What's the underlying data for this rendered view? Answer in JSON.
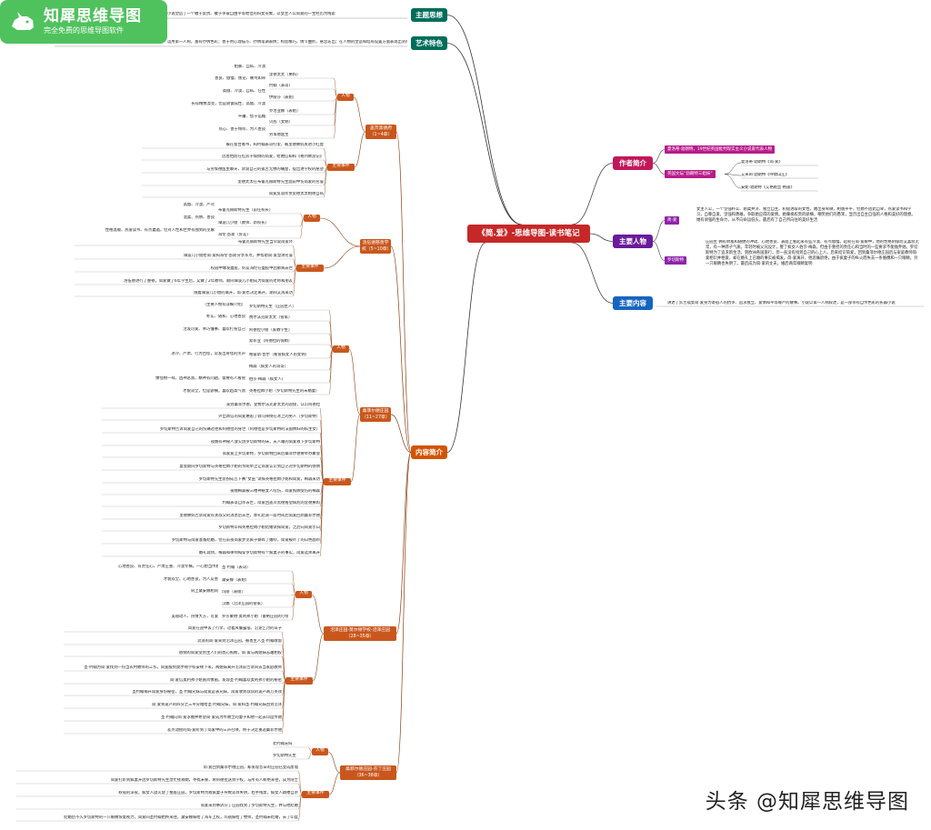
{
  "logo": {
    "title": "知犀思维导图",
    "subtitle": "完全免费的思维导图软件"
  },
  "watermark": "头条 @知犀思维导图",
  "root": "《简.爱》-思维导图-读书笔记",
  "top_left": [
    {
      "title": "主题思想",
      "text": "小说塑造了一个敢于反抗、敢于争取自由平等地位的妇女形象，以女主人公简爱的一生经历为线索"
    },
    {
      "title": "艺术特色",
      "text": "运用第一人称，富有抒情色彩；善于用心理描写、抒情笔调表情；构思精巧，情节曲折，悬念迭出；在人物的塑造和结局设置方面表现出浓厚的浪漫主义色彩"
    }
  ],
  "author": {
    "title": "作者简介",
    "items": [
      {
        "label": "夏洛蒂·勃朗特，19世纪英国批判现实主义小说家代表人物"
      },
      {
        "label": "英国文坛“勃朗特三姐妹”",
        "children": [
          "夏洛蒂·勃朗特《简·爱》",
          "艾米莉·勃朗特《呼啸山庄》",
          "安妮·勃朗特《艾格妮丝·格雷》"
        ]
      }
    ]
  },
  "characters": {
    "title": "主要人物",
    "items": [
      {
        "label": "简·爱",
        "text": "女主人公，一个坚强朴实、刚柔并济、独立自主、积极进取的女性。她出身卑微，相貌平平，但她不因此自卑，热爱读书和学习，自尊自爱，坚强和勇敢，争取她应得的爱情。她蔑视权贵的骄横，嘲笑他们的愚笨，显示出自主自强的人格和美好的理想。她有顽强的生命力，从不向命运低头，最后有了自己所向往的美好生活"
      },
      {
        "label": "罗切斯特",
        "text": "庄园主 拥有财富和随便的冲动、心地善良、表面上看起来有些冷漠、有点傲慢。起初在简·爱眼中，他的性格阴郁而又喜怒无常，有一种莽子气质。年轻时被父兄设计，娶了疯女人伯莎·梅森，但由于重担的责任心和当时的一些要求不能抛弃她。罗切斯特为了追求新生活，到欧洲各国旅行，但一直没有找到自己的心上人。后来结识简爱，回到桑菲尔德庄园后与家庭教师简·爱相识并相爱，却在婚礼上已婚的事实被揭发。简·爱离开，他悲痛欲绝，由于疯妻子的纵火而失去一条胳膊和一只眼睛，另一只眼睛也失明了。最后成为简·爱的丈夫，婚后两年眼睛复明"
      }
    ]
  },
  "content": {
    "title": "主要内容",
    "text": "讲述了贫苦孤女简·爱身为寄宿人的抗争、追求独立、爱情和平等尊严的故事。小说以第一人称叙述，是一部带有自传色彩的长篇小说"
  },
  "plot": {
    "title": "内容简介",
    "stages": [
      {
        "title": "盖茨黑德府（1~4章）",
        "people": {
          "label": "人物",
          "items": [
            {
              "desc": "粗暴、自私、冷漠",
              "name": "里德太太（舅妈）"
            },
            {
              "desc": "善良、傲慢、叛逆、嘲骂如命",
              "name": "约翰（表哥）"
            },
            {
              "desc": "高傲、冷漠、自私、任性",
              "name": "伊丽莎（表姐）"
            },
            {
              "desc": "长得精致漂亮，但是骄傲成性、高傲、冷漠",
              "name": "乔治亚娜（表姐）"
            },
            {
              "desc": "平庸、惯于谄媚",
              "name": "贝茜（女佣）"
            },
            {
              "desc": "热心、善于倾听、为人善良",
              "name": "劳埃德医生"
            }
          ]
        },
        "events": {
          "label": "主要事件",
          "items": [
            "躲在窗台看书，和约翰表哥打架，被里德舅妈关进小红屋",
            "因害怕而在红房子病倒的简爱，给她信却和《格列佛游记》",
            "与劳埃德医生聊天，诉说自己的孤苦无依的痛楚，提出进学校的愿望",
            "里德太太在布鲁克赫斯特先生面前中伤简爱的名誉",
            "简爱反驳斥责里德太太相继自私"
          ]
        }
      },
      {
        "title": "洛伍德慈善学校（5~10章）",
        "people": {
          "label": "人物",
          "items": [
            {
              "desc": "高傲、冷漠、严苛",
              "name": "布鲁克赫斯特先生（前任校长）"
            },
            {
              "desc": "温柔、热情、善良",
              "name": "谭波儿小姐（教师、新校长）"
            },
            {
              "desc": "性格温顺、热爱读书、有点邋遢，但对人性和世界有独到的见解",
              "name": "海伦·彭斯（好友）"
            }
          ]
        },
        "events": {
          "label": "主要事件",
          "items": [
            "布鲁克赫斯特先生当众说简爱坏",
            "谭波儿小姐给简·爱和海伦·彭斯分享茶点，并帮助简·爱澄清名誉",
            "校园中爆发瘟疫，好友海伦在瘟疫中因肺病去世",
            "洛伍德进行了整顿，简爱做了6年学生后，又做了2年教师，期间谭波儿小姐成为简爱的老师和朋友",
            "随着谭波儿小姐的离开，简·爱也决定离开，期间又再来访"
          ]
        }
      },
      {
        "title": "桑菲尔德庄园（11~27章）",
        "people": {
          "label": "人物",
          "items": [
            {
              "desc": "（主要人物有详细介绍）",
              "name": "罗切斯特先生（庄园主人）"
            },
            {
              "desc": "朴实、随和、心地善良",
              "name": "费尔法克斯太太（管家）"
            },
            {
              "desc": "活泼可爱、乖巧懂事、喜欢打扮自己",
              "name": "阿德拉小姐（家教学生）"
            },
            {
              "desc": "",
              "name": "索菲亚（阿德拉的保姆）"
            },
            {
              "desc": "冰冷、严肃、行为古怪，常发出奇怪的笑声",
              "name": "格雷斯·普尔（看管疯女人的女佣）"
            },
            {
              "desc": "",
              "name": "梅森（疯女人的哥哥）"
            },
            {
              "desc": "像怪物一样，凶神恶煞，精神有问题，需要有人看管",
              "name": "伯莎·梅森（疯女人）"
            },
            {
              "desc": "才貌双全，但是骄横，喜欢趋高气昂",
              "name": "英格拉姆小姐（罗切斯特先生的未婚妻）"
            }
          ]
        },
        "events": {
          "label": "主要事件",
          "items": [
            "来到桑菲尔德，受费尔法克斯太太的迎接，认识阿德拉",
            "外出寄信的简爱邂逅了骑马摔倒在冰上的男人（罗切斯特）",
            "罗切斯特告诉简爱自己的伤痛过往和阿德拉的身世（阿德拉是罗切斯特的法国情妇的私生女）",
            "夜晚有神秘人放火烧罗切斯特的床，夫人睡的简爱救下罗切斯特",
            "简爱爱上罗切斯特，罗切斯特回来后桑菲尔德要举办聚会",
            "宴会期间罗切斯特与英格拉姆小姐的亲昵举止让简爱认识到自己对罗切斯特的感情",
            "罗切斯特先生装扮成吉卜赛“女巫”试探英格拉姆小姐和简爱，梅森来访",
            "夜晚梅森被三楼神秘女人咬伤，简爱照顾受伤的梅森",
            "约翰表哥自杀去世，简爱回盖茨黑德看望病危的里德舅妈",
            "里德舅妈告诉简爱有关叔父的消息后去世，葬礼结束一段时间后简爱回到桑菲尔德",
            "罗切斯特以和英格拉姆小姐结婚试探简爱，之后向简爱示白",
            "罗切斯特与简爱准备结婚，但在前夜简爱梦见疯子撕碎了婚纱，简爱被吓了的白色面纱",
            "婚礼现场，梅森和律师揭穿罗切斯特有个疯妻子的事实，简爱选择离开"
          ]
        }
      },
      {
        "title": "沼泽庄园-莫尔顿学校-沼泽庄园（28~35章）",
        "people": {
          "label": "人物",
          "items": [
            {
              "desc": "心地善良、有责任心、严肃庄重、冷漠专横，一心想当传教士",
              "name": "圣·约翰（表哥）"
            },
            {
              "desc": "才貌双全、心地善良，为人友善",
              "name": "黛安娜（表姐）"
            },
            {
              "desc": "同上黛安娜相同",
              "name": "玛丽（表姐）"
            },
            {
              "desc": "",
              "name": "汉娜（沼泽庄园的管家）"
            },
            {
              "desc": "美丽动人、热情大方，可爱",
              "name": "罗莎蒙德·奥利弗小姐（富裕庄园的小姐）"
            }
          ]
        },
        "events": {
          "label": "主要事件",
          "items": [
            "简爱在途中丢了行李，过着风餐露宿、沿途乞讨的日子",
            "流浪的简·爱来到沼泽庄园，被善主人圣·约翰收留",
            "昏倒的简爱受到主人们的悉心照顾，简·爱与两姐妹志趣相投",
            "圣·约翰为简·爱找到一份当农村教师的工作，简爱服到莫尔顿学校安顿下来，两姐妹离开沼泽前告诉同去当家庭教师",
            "简·爱信奥利弗小姐画肖像画，发现圣·约翰喜欢奥利弗小姐的秘密",
            "圣约翰揭开简爱身份秘密，圣·约翰兄妹与简爱是表兄妹，简爱收到叔叔的遗产两万英镑",
            "简·爱将遗产的四分之三平分赠给圣·约翰兄妹，简·爱和圣·约翰兄妹回到沼泽",
            "圣·约翰向简·爱求婚并希望简·爱成为传教士的妻子和他一起去印度传教",
            "差点动摇的简·爱听到了简爱中的三声召唤，终于决定重返桑菲尔德"
          ]
        }
      },
      {
        "title": "桑菲尔德庄园-芬丁庄园（36~38章）",
        "people": {
          "label": "人物",
          "items": [
            {
              "desc": "",
              "name": "老约翰夫妇"
            },
            {
              "desc": "",
              "name": "罗切斯特先生"
            }
          ]
        },
        "events": {
          "label": "主要事件",
          "items": [
            "简·爱回到桑菲尔德庄园，却发现昔日的庄园已变成废墟",
            "简爱打听到疯妻开因罗切斯特先生急忙拯救她，寻找未果，将阿德拉送到学校，与所有人断绝来往，成为隐士",
            "秋夜的深夜，疯女人放火烧了整座庄园，罗切斯特为救疯妻子导致双目失明，右手残废，疯女人跳楼自杀",
            "简爱来到事诉芬丁庄园找到了罗切斯特先生，并与他结婚",
            "结婚后不久罗切斯特的一只眼睛恢复视力，简爱同圣约翰始终来往，黛安娜嫁给了海军上校，玛丽嫁给了牧师，圣约翰未结婚，去了印度"
          ]
        }
      }
    ]
  },
  "colors": {
    "theme": "#006d5b",
    "art": "#006d5b",
    "author": "#c2185b",
    "author_pill": "#b71c8a",
    "characters": "#6a1b9a",
    "char_pill": "#8e24aa",
    "content": "#1565c0",
    "plot": "#d35400",
    "tag": "#c9571d",
    "root": "#c62828",
    "line_plot": "#8a3e12",
    "line_right": "#444444",
    "logo_bg": "#4fc25d"
  }
}
